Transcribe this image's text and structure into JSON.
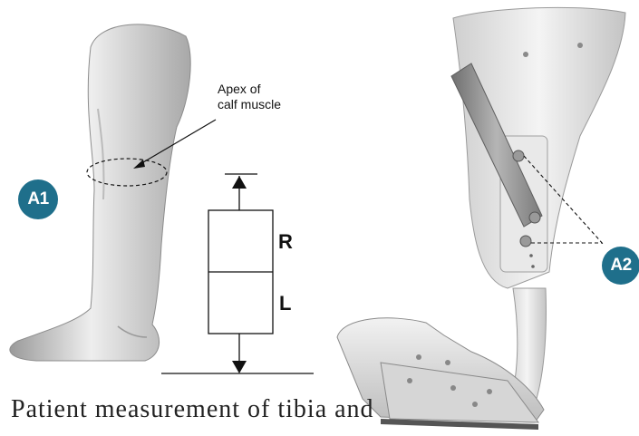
{
  "labels": {
    "badge_a1": "A1",
    "badge_a2": "A2",
    "apex_line1": "Apex of",
    "apex_line2": "calf muscle",
    "region_r": "R",
    "region_l": "L"
  },
  "caption": "Patient measurement of tibia and",
  "colors": {
    "badge": "#1f6f8b",
    "skin": "#c9c9c9",
    "brace": "#e4e4e4",
    "strut": "#8a8a8a",
    "line": "#111111"
  }
}
